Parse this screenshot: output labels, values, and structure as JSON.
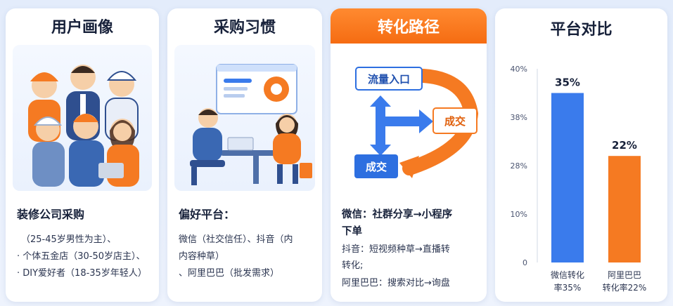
{
  "card1": {
    "title": "用户画像",
    "heading": "装修公司采购",
    "lines": [
      "（25-45岁男性为主）、",
      "· 个体五金店（30-50岁店主）、",
      "· DIY爱好者（18-35岁年轻人）"
    ]
  },
  "card2": {
    "title": "采购习惯",
    "heading": "偏好平台：",
    "lines": [
      "微信（社交信任）、抖音（内",
      "内容种草）",
      "、阿里巴巴（批发需求）"
    ]
  },
  "card3": {
    "title": "转化路径",
    "flow": {
      "entry": "流量入口",
      "deal_right": "成交",
      "deal_bottom": "成交"
    },
    "lines": [
      "微信：社群分享→小程序",
      "下单",
      "抖音：短视频种草→直播转",
      "转化;",
      "阿里巴巴：搜索对比→询盘"
    ]
  },
  "card4": {
    "title": "平台对比",
    "chart_data": {
      "type": "bar",
      "title": "",
      "categories": [
        "微信转化\n率35%",
        "阿里巴巴\n转化率22%"
      ],
      "values": [
        35,
        22
      ],
      "data_labels": [
        "35%",
        "22%"
      ],
      "y_tick_labels": [
        "0",
        "10%",
        "28%",
        "38%",
        "40%"
      ],
      "ylim": [
        0,
        40
      ],
      "grid": false,
      "colors": [
        "#3a7bec",
        "#f57a22"
      ]
    }
  },
  "colors": {
    "accent_orange": "#f56c12",
    "accent_blue": "#2d6fe0"
  },
  "icons": [
    "workers-illustration",
    "meeting-illustration"
  ]
}
